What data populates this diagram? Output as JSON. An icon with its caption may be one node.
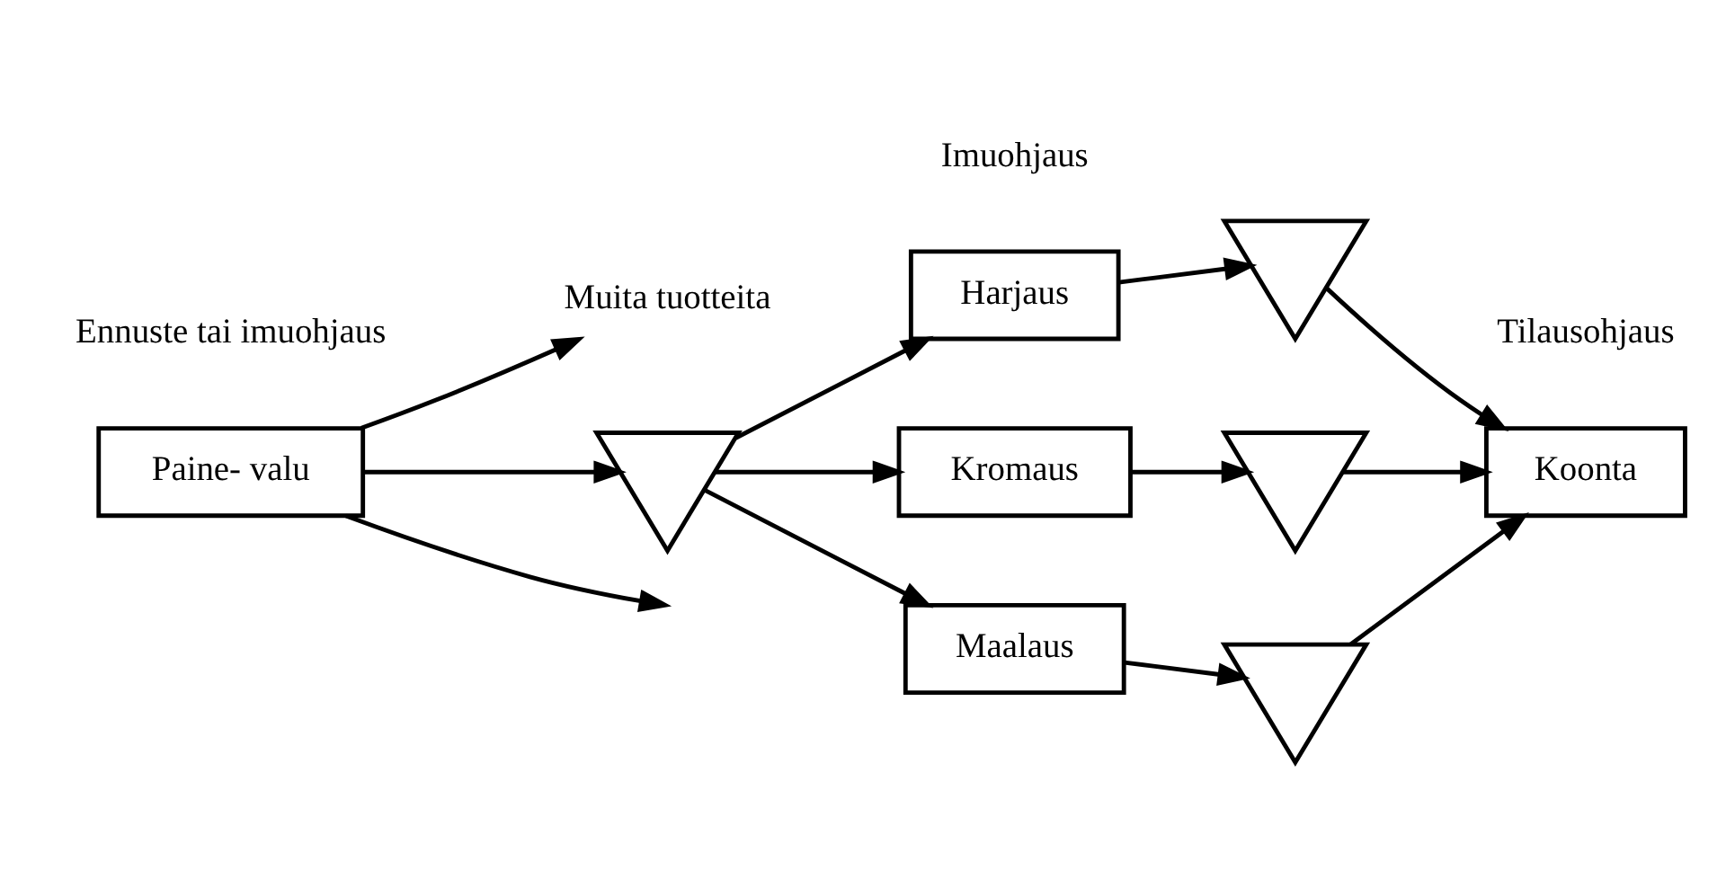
{
  "diagram": {
    "nodes": [
      {
        "text": [
          "Paine- valu"
        ]
      },
      {
        "text": [
          "Muita tuotteita"
        ]
      },
      {
        "text": [],
        "shape": "triangle"
      },
      {
        "text": [
          "Harjaus"
        ]
      },
      {
        "text": [
          "Kromaus"
        ]
      },
      {
        "text": [
          "Maalaus"
        ]
      },
      {
        "text": [],
        "shape": "triangle"
      },
      {
        "text": [],
        "shape": "triangle"
      },
      {
        "text": [],
        "shape": "triangle"
      },
      {
        "text": [
          "Koonta"
        ]
      }
    ],
    "edges": [
      {
        "from": 0,
        "to": 1,
        "arrow": "to"
      },
      {
        "from": 0,
        "to": 2,
        "arrow": "to"
      },
      {
        "from": 0,
        "to": null,
        "arrow": "to"
      },
      {
        "from": 2,
        "to": 3,
        "arrow": "to"
      },
      {
        "from": 2,
        "to": 4,
        "arrow": "to"
      },
      {
        "from": 2,
        "to": 5,
        "arrow": "to"
      },
      {
        "from": 3,
        "to": 6,
        "arrow": "to"
      },
      {
        "from": 4,
        "to": 7,
        "arrow": "to"
      },
      {
        "from": 5,
        "to": 8,
        "arrow": "to"
      },
      {
        "from": 6,
        "to": 9,
        "arrow": "to"
      },
      {
        "from": 7,
        "to": 9,
        "arrow": "to"
      },
      {
        "from": 8,
        "to": 9,
        "arrow": "to"
      }
    ],
    "labels": [
      "Ennuste tai imuohjaus",
      "Imuohjaus",
      "Tilausohjaus"
    ]
  }
}
